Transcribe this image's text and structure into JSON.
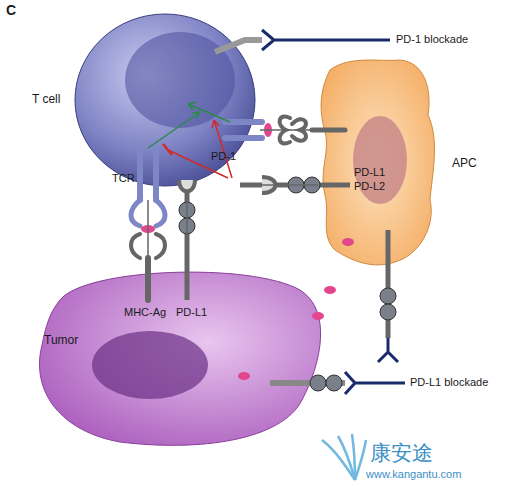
{
  "diagram": {
    "nodes": [
      {
        "text": [
          "T cell"
        ]
      },
      {
        "text": [
          "APC"
        ]
      },
      {
        "text": [
          "Tumor"
        ]
      }
    ],
    "edges": [
      {
        "from": 0,
        "to": 2,
        "arrow": "none"
      },
      {
        "from": 0,
        "to": 2,
        "arrow": "none"
      },
      {
        "from": 0,
        "to": 1,
        "arrow": "none"
      },
      {
        "from": 0,
        "to": 1,
        "arrow": "none"
      }
    ],
    "labels": [
      "C",
      "PD-1 blockade",
      "TCR",
      "PD-1",
      "PD-L1",
      "PD-L2",
      "MHC-Ag",
      "PD-L1",
      "PD-L1 blockade",
      "康安途",
      "www.kangantu.com"
    ]
  }
}
